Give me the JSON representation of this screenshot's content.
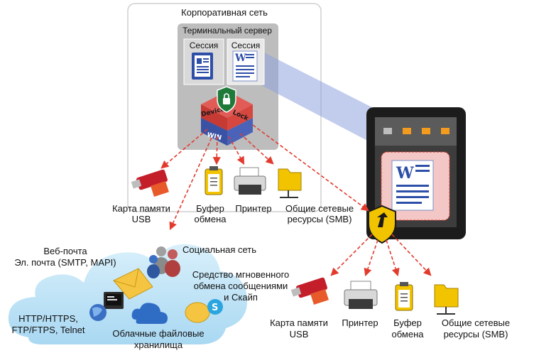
{
  "corp": {
    "title": "Корпоративная сеть",
    "terminal_title": "Терминальный сервер",
    "session1": "Сессия",
    "session2": "Сессия",
    "devicelock": {
      "word1": "Device",
      "word2": "Lock",
      "word3": "WIN"
    }
  },
  "devices_top": {
    "usb": [
      "Карта памяти",
      "USB"
    ],
    "clipboard": [
      "Буфер",
      "обмена"
    ],
    "printer": "Принтер",
    "shares": [
      "Общие сетевые",
      "ресурсы (SMB)"
    ]
  },
  "cloud": {
    "webmail": "Веб-почта",
    "email": "Эл. почта (SMTP, MAPI)",
    "social": "Социальная сеть",
    "im": [
      "Средство мгновенного",
      "обмена сообщениями",
      "и Скайп"
    ],
    "http": [
      "HTTP/HTTPS,",
      "FTP/FTPS, Telnet"
    ],
    "cloud_storage": [
      "Облачные файловые",
      "хранилища"
    ]
  },
  "devices_bottom": {
    "usb": [
      "Карта памяти",
      "USB"
    ],
    "printer": "Принтер",
    "clipboard": [
      "Буфер",
      "обмена"
    ],
    "shares": [
      "Общие сетевые",
      "ресурсы (SMB)"
    ]
  },
  "colors": {
    "arrow": "#e23b2e",
    "tablet": "#1c1c1c",
    "shield": "#f2c400",
    "server": "#bdbdbd",
    "cloud": "#bfe3f7",
    "beam": "#8fa3de"
  }
}
